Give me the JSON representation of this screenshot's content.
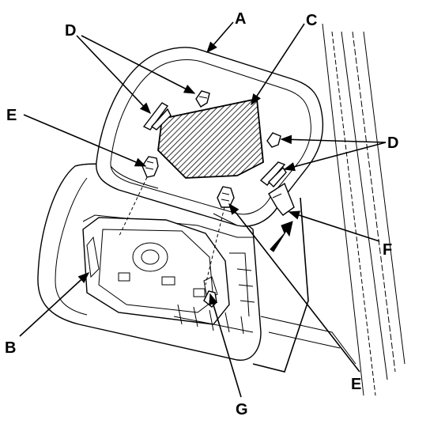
{
  "labels": {
    "a": "A",
    "b": "B",
    "c": "C",
    "d_top": "D",
    "d_right": "D",
    "e_left": "E",
    "e_bottom": "E",
    "f": "F",
    "g": "G"
  }
}
